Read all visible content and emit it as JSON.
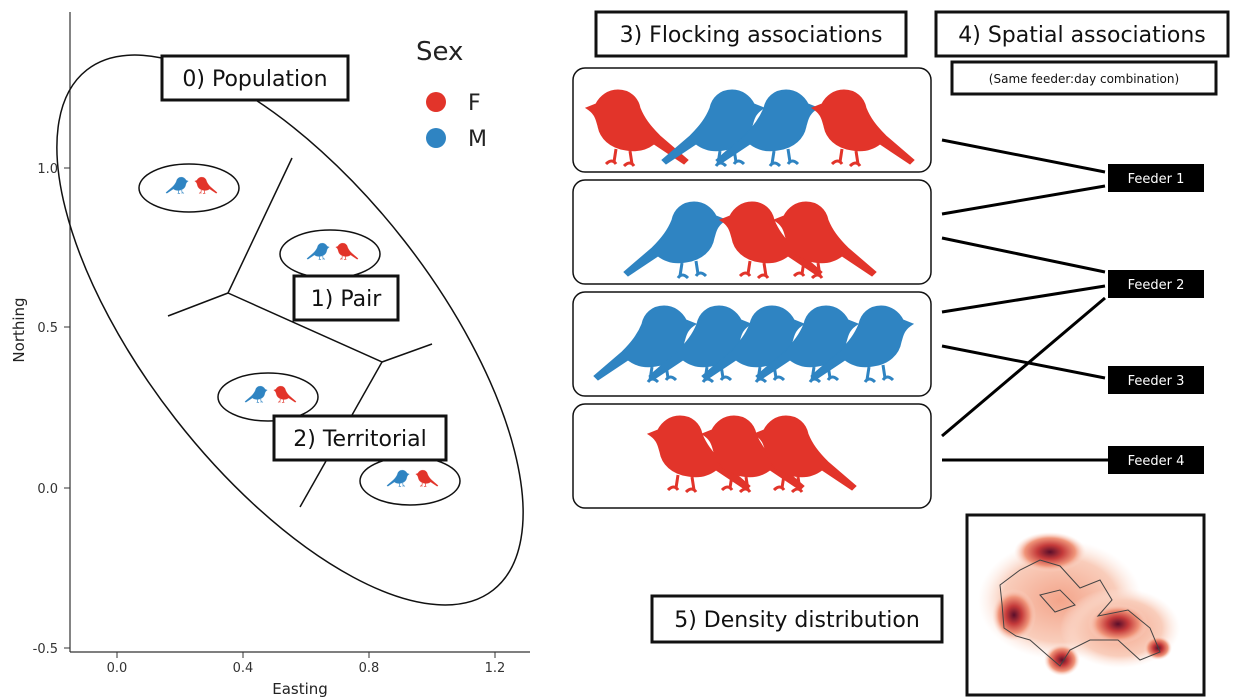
{
  "colors": {
    "female": "#e2342a",
    "male": "#2f84c2",
    "feeder_bg": "#000000"
  },
  "chart_data": {
    "type": "diagram",
    "xlabel": "Easting",
    "ylabel": "Northing",
    "xticks": [
      "0.0",
      "0.4",
      "0.8",
      "1.2"
    ],
    "yticks": [
      "1.0",
      "0.5",
      "0.0",
      "-0.5"
    ]
  },
  "legend": {
    "title": "Sex",
    "items": [
      {
        "label": "F",
        "color_key": "female"
      },
      {
        "label": "M",
        "color_key": "male"
      }
    ]
  },
  "labels": {
    "population": "0) Population",
    "pair": "1) Pair",
    "territorial": "2) Territorial",
    "flocking": "3) Flocking associations",
    "spatial": "4) Spatial associations",
    "spatial_sub": "(Same feeder:day combination)",
    "density": "5) Density distribution"
  },
  "feeders": [
    "Feeder 1",
    "Feeder 2",
    "Feeder 3",
    "Feeder 4"
  ],
  "flocks": [
    [
      "F",
      "M",
      "M",
      "F"
    ],
    [
      "M",
      "F",
      "F"
    ],
    [
      "M",
      "M",
      "M",
      "M",
      "M"
    ],
    [
      "F",
      "F",
      "F"
    ]
  ]
}
